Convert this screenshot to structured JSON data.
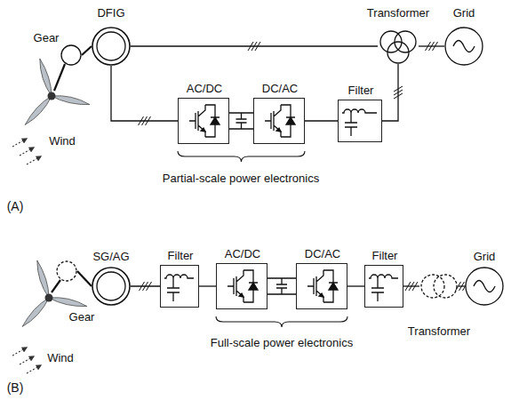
{
  "diagram": {
    "nodes": [
      {
        "text": [
          "Gear"
        ]
      },
      {
        "text": [
          "DFIG"
        ]
      },
      {
        "text": [
          "AC/DC"
        ]
      },
      {
        "text": [
          "DC/AC"
        ]
      },
      {
        "text": [
          "Filter"
        ]
      },
      {
        "text": [
          "Transformer"
        ]
      },
      {
        "text": [
          "Grid"
        ]
      },
      {
        "text": [
          "Gear"
        ]
      },
      {
        "text": [
          "SG/AG"
        ]
      },
      {
        "text": [
          "Filter"
        ]
      },
      {
        "text": [
          "AC/DC"
        ]
      },
      {
        "text": [
          "DC/AC"
        ]
      },
      {
        "text": [
          "Filter"
        ]
      },
      {
        "text": [
          "Transformer"
        ]
      },
      {
        "text": [
          "Grid"
        ]
      }
    ],
    "edges": [
      {
        "from": 0,
        "to": 1,
        "arrow": "none"
      },
      {
        "from": 1,
        "to": 5,
        "arrow": "none"
      },
      {
        "from": 1,
        "to": 2,
        "arrow": "none"
      },
      {
        "from": 2,
        "to": 3,
        "arrow": "none"
      },
      {
        "from": 3,
        "to": 4,
        "arrow": "none"
      },
      {
        "from": 4,
        "to": 5,
        "arrow": "none"
      },
      {
        "from": 5,
        "to": 6,
        "arrow": "none"
      },
      {
        "from": 7,
        "to": 8,
        "arrow": "none"
      },
      {
        "from": 8,
        "to": 9,
        "arrow": "none"
      },
      {
        "from": 9,
        "to": 10,
        "arrow": "none"
      },
      {
        "from": 10,
        "to": 11,
        "arrow": "none"
      },
      {
        "from": 11,
        "to": 12,
        "arrow": "none"
      },
      {
        "from": 12,
        "to": 13,
        "arrow": "none"
      },
      {
        "from": 13,
        "to": 14,
        "arrow": "none"
      }
    ],
    "labels": [
      "Wind",
      "Partial-scale power electronics",
      "(A)",
      "Wind",
      "Full-scale power electronics",
      "(B)"
    ]
  }
}
